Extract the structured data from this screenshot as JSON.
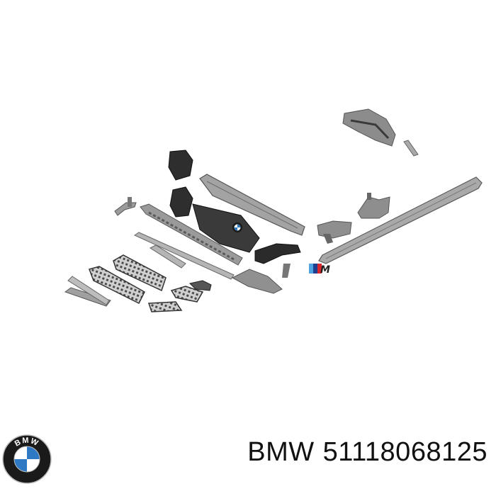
{
  "caption": {
    "brand": "BMW",
    "part_number": "51118068125"
  },
  "logo": {
    "text": "BMW",
    "colors": {
      "ring": "#1a1a1a",
      "blue": "#2f78c4",
      "white": "#ffffff"
    }
  },
  "badge": {
    "text": "M"
  },
  "colors": {
    "part_fill": "#a9a9a9",
    "part_dark": "#3a3a3a",
    "part_stroke": "#5a5a5a",
    "m_blue_light": "#4fa3e0",
    "m_blue_dark": "#1f3f8f",
    "m_red": "#d8272d"
  }
}
